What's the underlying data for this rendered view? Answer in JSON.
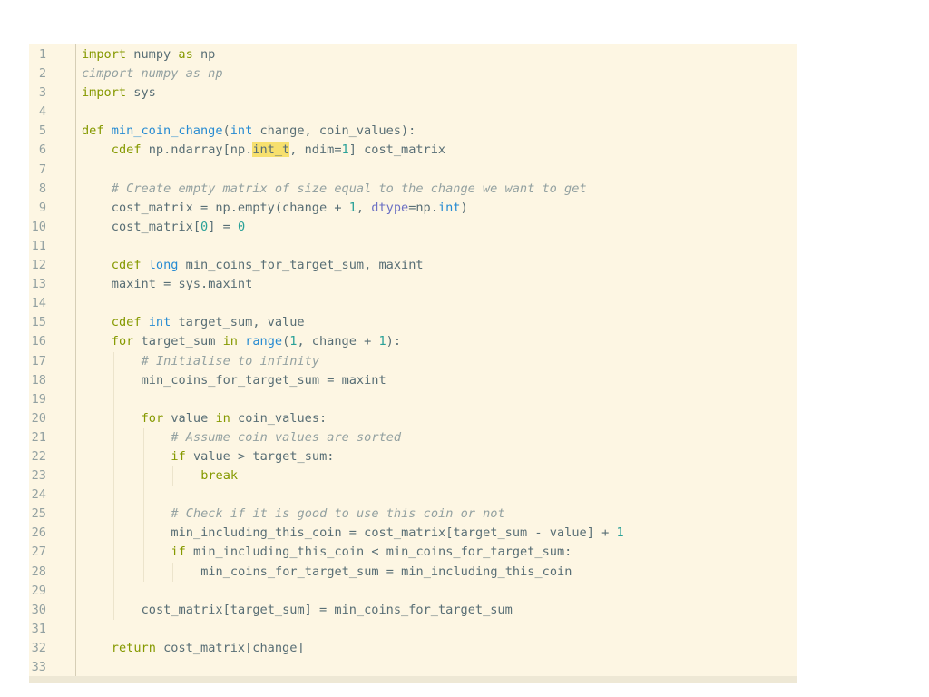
{
  "editor": {
    "lines": [
      {
        "n": "1",
        "indent": 0,
        "tokens": [
          {
            "t": "kw",
            "v": "import"
          },
          {
            "t": "pl",
            "v": " numpy "
          },
          {
            "t": "kw",
            "v": "as"
          },
          {
            "t": "pl",
            "v": " np"
          }
        ]
      },
      {
        "n": "2",
        "indent": 0,
        "tokens": [
          {
            "t": "cm",
            "v": "cimport numpy as np"
          }
        ]
      },
      {
        "n": "3",
        "indent": 0,
        "tokens": [
          {
            "t": "kw",
            "v": "import"
          },
          {
            "t": "pl",
            "v": " sys"
          }
        ]
      },
      {
        "n": "4",
        "indent": 0,
        "tokens": []
      },
      {
        "n": "5",
        "indent": 0,
        "tokens": [
          {
            "t": "kw",
            "v": "def"
          },
          {
            "t": "pl",
            "v": " "
          },
          {
            "t": "bi",
            "v": "min_coin_change"
          },
          {
            "t": "pl",
            "v": "("
          },
          {
            "t": "bi",
            "v": "int"
          },
          {
            "t": "pl",
            "v": " change, coin_values):"
          }
        ]
      },
      {
        "n": "6",
        "indent": 1,
        "tokens": [
          {
            "t": "kw",
            "v": "cdef"
          },
          {
            "t": "pl",
            "v": " np.ndarray[np."
          },
          {
            "t": "hl",
            "v": "int_t"
          },
          {
            "t": "pl",
            "v": ", ndim="
          },
          {
            "t": "num",
            "v": "1"
          },
          {
            "t": "pl",
            "v": "] cost_matrix"
          }
        ]
      },
      {
        "n": "7",
        "indent": 1,
        "tokens": []
      },
      {
        "n": "8",
        "indent": 1,
        "tokens": [
          {
            "t": "cm",
            "v": "# Create empty matrix of size equal to the change we want to get"
          }
        ]
      },
      {
        "n": "9",
        "indent": 1,
        "tokens": [
          {
            "t": "pl",
            "v": "cost_matrix = np.empty(change + "
          },
          {
            "t": "num",
            "v": "1"
          },
          {
            "t": "pl",
            "v": ", "
          },
          {
            "t": "kwarg",
            "v": "dtype"
          },
          {
            "t": "pl",
            "v": "=np."
          },
          {
            "t": "bi",
            "v": "int"
          },
          {
            "t": "pl",
            "v": ")"
          }
        ]
      },
      {
        "n": "10",
        "indent": 1,
        "tokens": [
          {
            "t": "pl",
            "v": "cost_matrix["
          },
          {
            "t": "num",
            "v": "0"
          },
          {
            "t": "pl",
            "v": "] = "
          },
          {
            "t": "num",
            "v": "0"
          }
        ]
      },
      {
        "n": "11",
        "indent": 1,
        "tokens": []
      },
      {
        "n": "12",
        "indent": 1,
        "tokens": [
          {
            "t": "kw",
            "v": "cdef"
          },
          {
            "t": "pl",
            "v": " "
          },
          {
            "t": "bi",
            "v": "long"
          },
          {
            "t": "pl",
            "v": " min_coins_for_target_sum, maxint"
          }
        ]
      },
      {
        "n": "13",
        "indent": 1,
        "tokens": [
          {
            "t": "pl",
            "v": "maxint = sys.maxint"
          }
        ]
      },
      {
        "n": "14",
        "indent": 1,
        "tokens": []
      },
      {
        "n": "15",
        "indent": 1,
        "tokens": [
          {
            "t": "kw",
            "v": "cdef"
          },
          {
            "t": "pl",
            "v": " "
          },
          {
            "t": "bi",
            "v": "int"
          },
          {
            "t": "pl",
            "v": " target_sum, value"
          }
        ]
      },
      {
        "n": "16",
        "indent": 1,
        "tokens": [
          {
            "t": "kw",
            "v": "for"
          },
          {
            "t": "pl",
            "v": " target_sum "
          },
          {
            "t": "kw",
            "v": "in"
          },
          {
            "t": "pl",
            "v": " "
          },
          {
            "t": "bi",
            "v": "range"
          },
          {
            "t": "pl",
            "v": "("
          },
          {
            "t": "num",
            "v": "1"
          },
          {
            "t": "pl",
            "v": ", change + "
          },
          {
            "t": "num",
            "v": "1"
          },
          {
            "t": "pl",
            "v": "):"
          }
        ]
      },
      {
        "n": "17",
        "indent": 2,
        "tokens": [
          {
            "t": "cm",
            "v": "# Initialise to infinity"
          }
        ]
      },
      {
        "n": "18",
        "indent": 2,
        "tokens": [
          {
            "t": "pl",
            "v": "min_coins_for_target_sum = maxint"
          }
        ]
      },
      {
        "n": "19",
        "indent": 2,
        "tokens": []
      },
      {
        "n": "20",
        "indent": 2,
        "tokens": [
          {
            "t": "kw",
            "v": "for"
          },
          {
            "t": "pl",
            "v": " value "
          },
          {
            "t": "kw",
            "v": "in"
          },
          {
            "t": "pl",
            "v": " coin_values:"
          }
        ]
      },
      {
        "n": "21",
        "indent": 3,
        "tokens": [
          {
            "t": "cm",
            "v": "# Assume coin values are sorted"
          }
        ]
      },
      {
        "n": "22",
        "indent": 3,
        "tokens": [
          {
            "t": "kw",
            "v": "if"
          },
          {
            "t": "pl",
            "v": " value > target_sum:"
          }
        ]
      },
      {
        "n": "23",
        "indent": 4,
        "tokens": [
          {
            "t": "kw",
            "v": "break"
          }
        ]
      },
      {
        "n": "24",
        "indent": 3,
        "tokens": []
      },
      {
        "n": "25",
        "indent": 3,
        "tokens": [
          {
            "t": "cm",
            "v": "# Check if it is good to use this coin or not"
          }
        ]
      },
      {
        "n": "26",
        "indent": 3,
        "tokens": [
          {
            "t": "pl",
            "v": "min_including_this_coin = cost_matrix[target_sum - value] + "
          },
          {
            "t": "num",
            "v": "1"
          }
        ]
      },
      {
        "n": "27",
        "indent": 3,
        "tokens": [
          {
            "t": "kw",
            "v": "if"
          },
          {
            "t": "pl",
            "v": " min_including_this_coin < min_coins_for_target_sum:"
          }
        ]
      },
      {
        "n": "28",
        "indent": 4,
        "tokens": [
          {
            "t": "pl",
            "v": "min_coins_for_target_sum = min_including_this_coin"
          }
        ]
      },
      {
        "n": "29",
        "indent": 2,
        "tokens": []
      },
      {
        "n": "30",
        "indent": 2,
        "tokens": [
          {
            "t": "pl",
            "v": "cost_matrix[target_sum] = min_coins_for_target_sum"
          }
        ]
      },
      {
        "n": "31",
        "indent": 1,
        "tokens": []
      },
      {
        "n": "32",
        "indent": 1,
        "tokens": [
          {
            "t": "kw",
            "v": "return"
          },
          {
            "t": "pl",
            "v": " cost_matrix[change]"
          }
        ]
      },
      {
        "n": "33",
        "indent": 0,
        "tokens": []
      }
    ]
  },
  "colors": {
    "background": "#fdf6e3",
    "keyword": "#859900",
    "builtin": "#268bd2",
    "number": "#2aa198",
    "comment": "#93a1a1",
    "kwarg": "#6c71c4",
    "highlight": "#f7e06e"
  }
}
